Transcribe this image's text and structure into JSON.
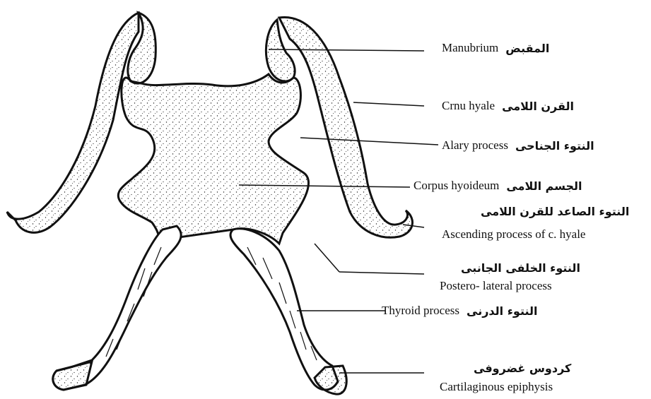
{
  "labels": {
    "manubrium": {
      "en": "Manubrium",
      "ar": "المقبض"
    },
    "crnu_hyale": {
      "en": "Crnu hyale",
      "ar": "القرن اللامى"
    },
    "alary_process": {
      "en": "Alary process",
      "ar": "النتوء الجناحى"
    },
    "corpus_hyoideum": {
      "en": "Corpus hyoideum",
      "ar": "الجسم اللامى"
    },
    "ascending_process": {
      "en": "Ascending process of c. hyale",
      "ar": "النتوء الصاعد للقرن اللامى"
    },
    "postero_lateral": {
      "en": "Postero- lateral process",
      "ar": "النتوء الخلفى الجانبى"
    },
    "thyroid_process": {
      "en": "Thyroid process",
      "ar": "النتوء الدرنى"
    },
    "cartilaginous_epiphysis": {
      "en": "Cartilaginous epiphysis",
      "ar": "كردوس غضروفى"
    }
  },
  "colors": {
    "ink": "#111111",
    "stipple": "#1a1a1a",
    "background": "#ffffff"
  }
}
